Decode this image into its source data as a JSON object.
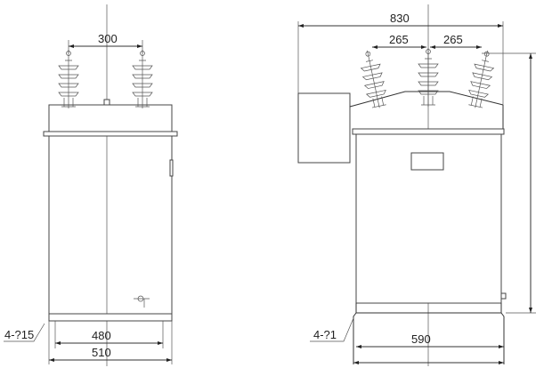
{
  "left_view": {
    "dim_terminal_spacing": "300",
    "dim_mount_spacing": "480",
    "dim_overall_width": "510",
    "hole_label": "4-?15"
  },
  "right_view": {
    "dim_overall_width": "830",
    "dim_terminal_spacing_left": "265",
    "dim_terminal_spacing_right": "265",
    "dim_base_width": "590",
    "hole_label": "4-?1"
  }
}
